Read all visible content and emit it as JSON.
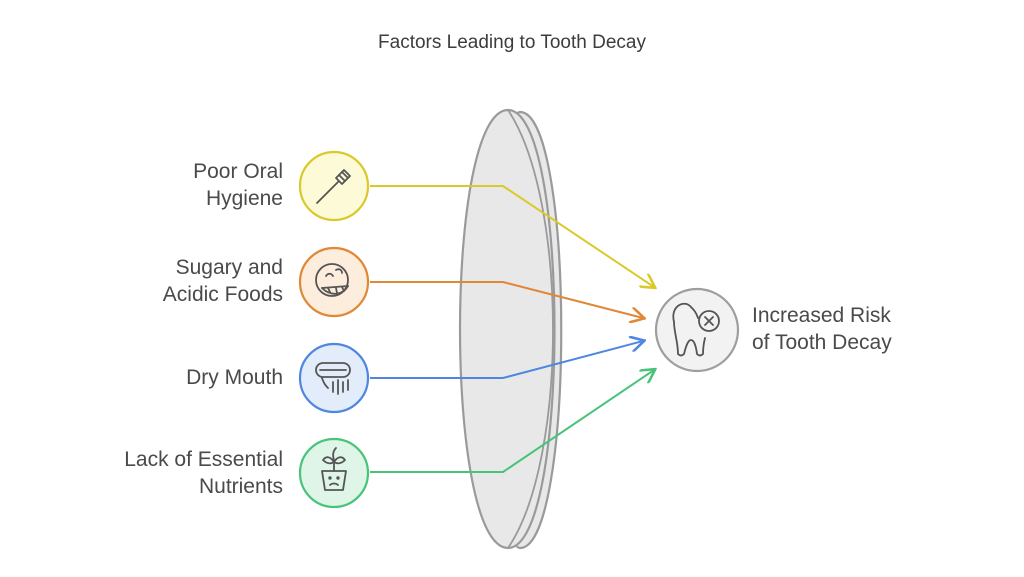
{
  "title": "Factors Leading to Tooth Decay",
  "factors": [
    {
      "lines": [
        "Poor Oral",
        "Hygiene"
      ],
      "icon": "toothbrush-icon",
      "stroke": "#d9c92a",
      "fill": "#fdfbd7"
    },
    {
      "lines": [
        "Sugary and",
        "Acidic Foods"
      ],
      "icon": "candy-lemon-icon",
      "stroke": "#e08836",
      "fill": "#fdeddd"
    },
    {
      "lines": [
        "Dry Mouth"
      ],
      "icon": "dry-mouth-icon",
      "stroke": "#4f86e0",
      "fill": "#e2ecfb"
    },
    {
      "lines": [
        "Lack of Essential",
        "Nutrients"
      ],
      "icon": "wilting-plant-icon",
      "stroke": "#48c47a",
      "fill": "#dff5e7"
    }
  ],
  "outcome": {
    "lines": [
      "Increased Risk",
      "of Tooth Decay"
    ],
    "icon": "damaged-tooth-icon",
    "stroke": "#9e9e9e",
    "fill": "#f2f2f2"
  },
  "lens": {
    "stroke": "#9a9a9a",
    "fill": "#e8e8e8"
  }
}
